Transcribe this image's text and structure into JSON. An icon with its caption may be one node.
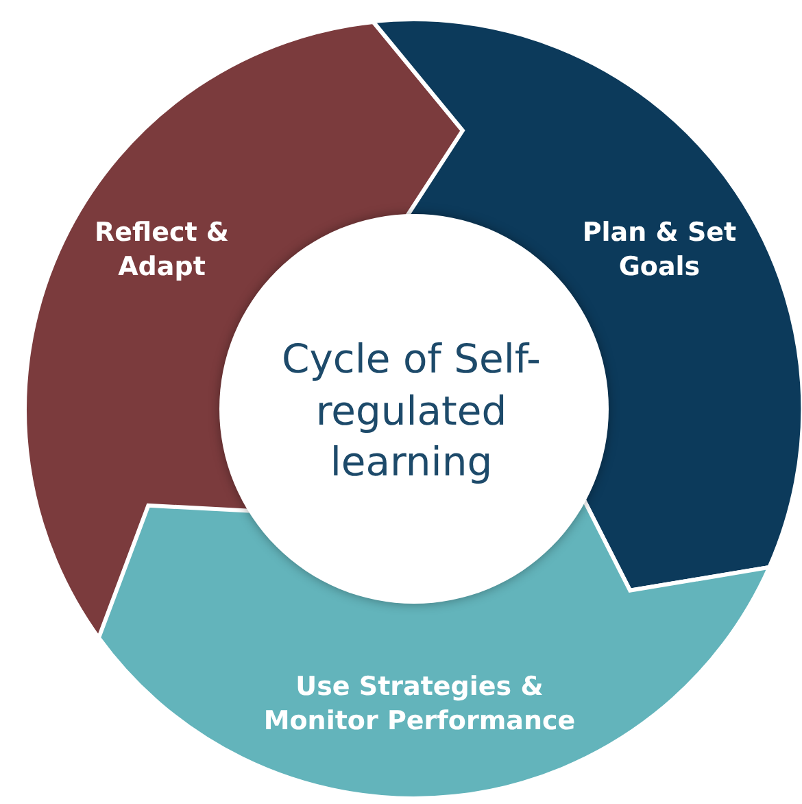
{
  "diagram": {
    "nodes": [
      {
        "text": [
          "Cycle of Self-regulated learning"
        ]
      },
      {
        "text": [
          "Reflect & Adapt"
        ]
      },
      {
        "text": [
          "Plan & Set Goals"
        ]
      },
      {
        "text": [
          "Use Strategies & Monitor Performance"
        ]
      }
    ]
  }
}
